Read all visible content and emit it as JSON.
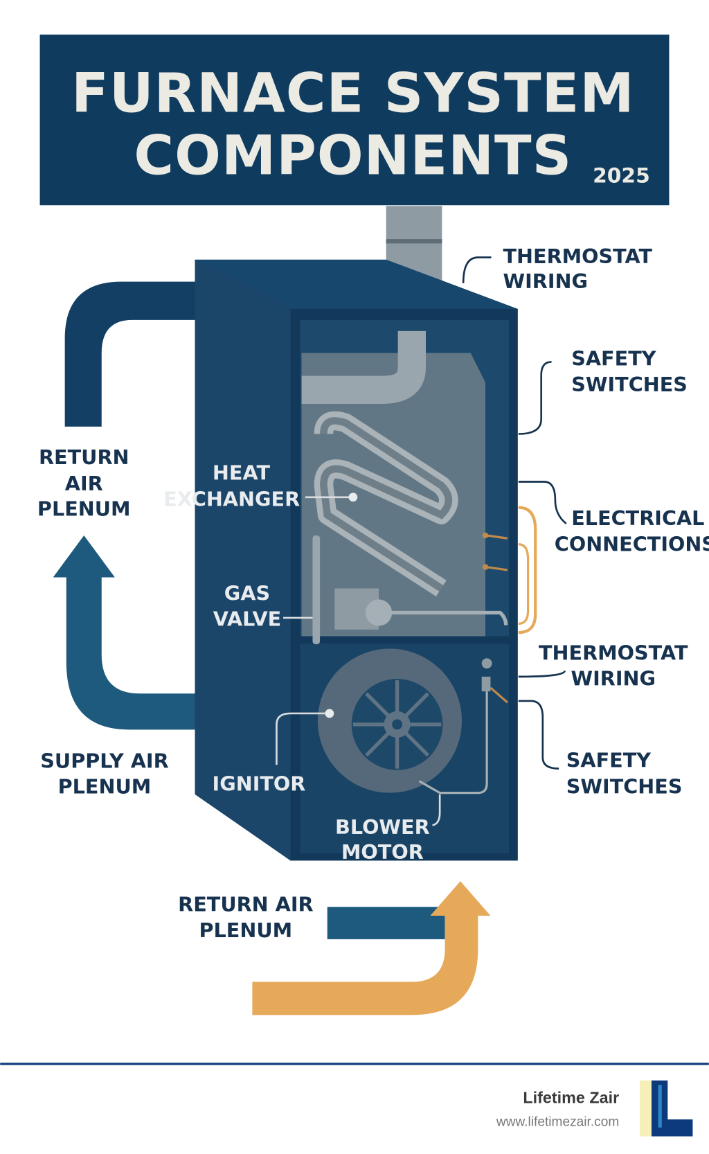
{
  "header": {
    "title_line1": "FURNACE SYSTEM",
    "title_line2": "COMPONENTS",
    "year": "2025"
  },
  "labels": {
    "thermostat_wiring_top": [
      "THERMOSTAT",
      "WIRING"
    ],
    "safety_switches_top": [
      "SAFETY",
      "SWITCHES"
    ],
    "electrical_connections": [
      "ELECTRICAL",
      "CONNECTIONS"
    ],
    "thermostat_wiring_bottom": [
      "THERMOSTAT",
      "WIRING"
    ],
    "safety_switches_bottom": [
      "SAFETY",
      "SWITCHES"
    ],
    "return_air_plenum_left": [
      "RETURN",
      "AIR",
      "PLENUM"
    ],
    "heat_exchanger": [
      "HEAT",
      "EXCHANGER"
    ],
    "gas_valve": [
      "GAS",
      "VALVE"
    ],
    "supply_air_plenum": [
      "SUPPLY AIR",
      "PLENUM"
    ],
    "ignitor": [
      "IGNITOR"
    ],
    "blower_motor": [
      "BLOWER",
      "MOTOR"
    ],
    "return_air_plenum_bottom": [
      "RETURN AIR",
      "PLENUM"
    ]
  },
  "footer": {
    "brand": "Lifetime Zair",
    "url": "www.lifetimezair.com",
    "logo_letter": "L"
  },
  "colors": {
    "navy": "#0f3b5f",
    "cabinet": "#1b4569",
    "arrow_blue": "#1e5a7d",
    "arrow_orange": "#e6a95a",
    "metal": "#8e9ba3",
    "footer_line": "#0d3a7a"
  }
}
